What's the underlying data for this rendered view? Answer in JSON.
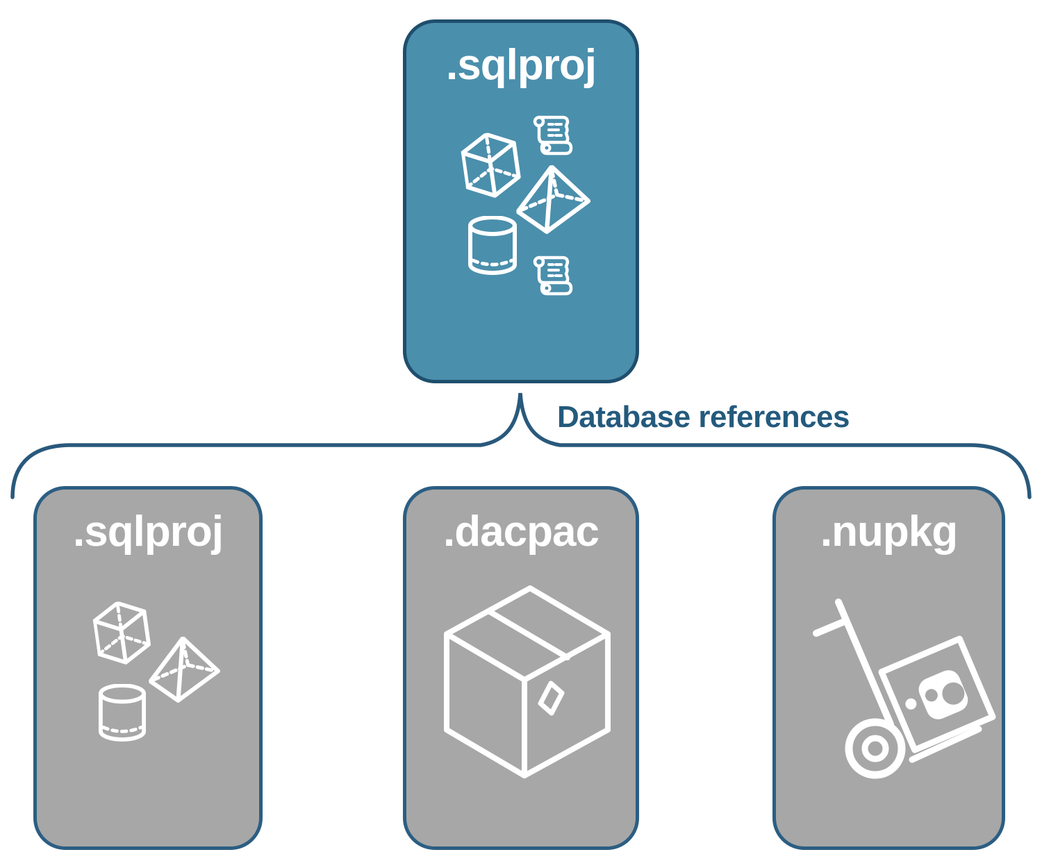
{
  "connector": {
    "label": "Database references"
  },
  "nodes": {
    "root": {
      "label": ".sqlproj",
      "icons": [
        "cube-icon",
        "scroll-icon",
        "pyramid-icon",
        "cylinder-icon",
        "scroll-icon"
      ]
    },
    "children": [
      {
        "label": ".sqlproj",
        "icons": [
          "cube-icon",
          "pyramid-icon",
          "cylinder-icon"
        ]
      },
      {
        "label": ".dacpac",
        "icons": [
          "package-box-icon"
        ]
      },
      {
        "label": ".nupkg",
        "icons": [
          "hand-truck-nuget-icon"
        ]
      }
    ]
  },
  "colors": {
    "primary_fill": "#4A8FAC",
    "primary_border": "#1F4E6D",
    "secondary_fill": "#A7A7A7",
    "secondary_border": "#2C5E82",
    "connector_line": "#29597C",
    "label_text": "#245A7D",
    "icon_color": "#FFFFFF"
  }
}
